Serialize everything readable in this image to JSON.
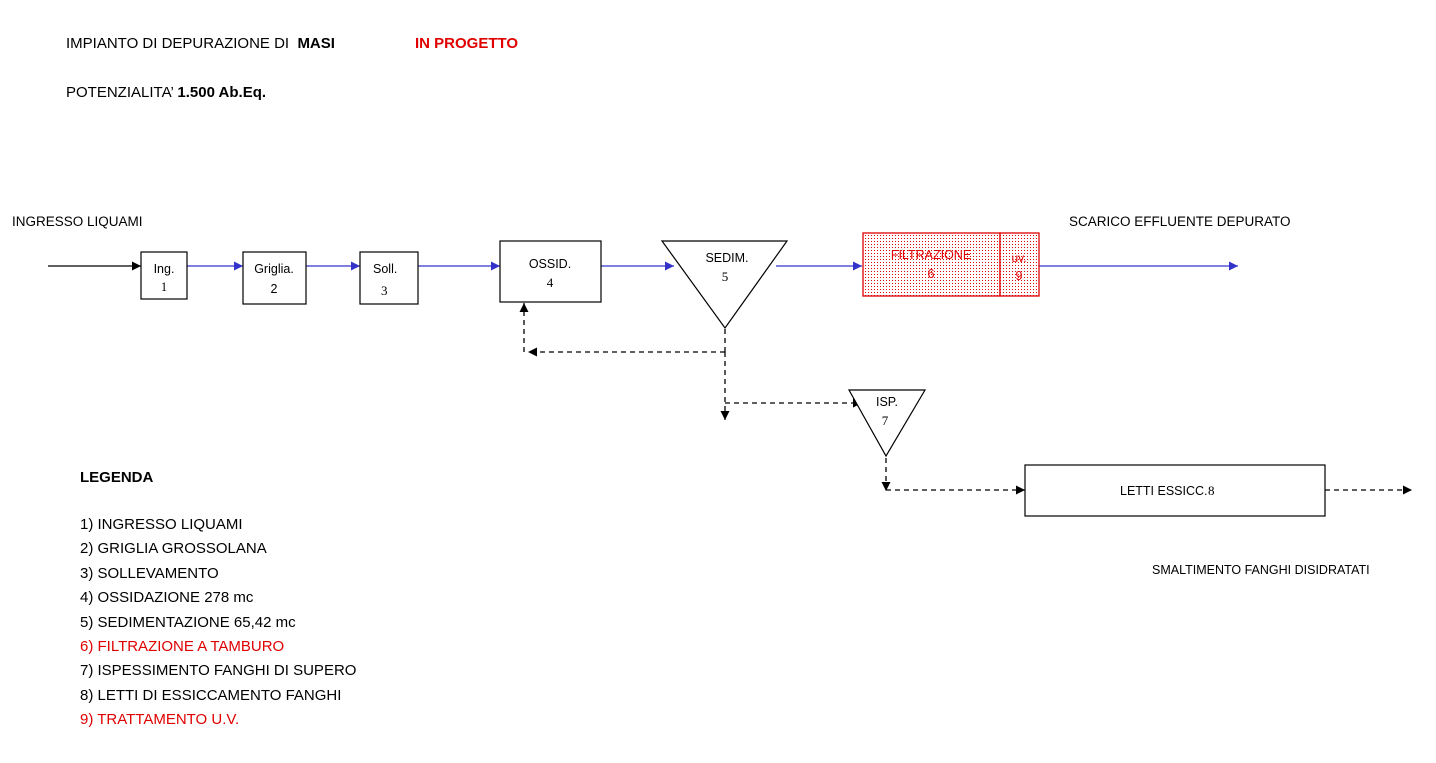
{
  "header": {
    "title_prefix": "IMPIANTO DI DEPURAZIONE DI",
    "title_name": "MASI",
    "status": "IN PROGETTO",
    "capacity_prefix": "POTENZIALITA’",
    "capacity_value": "1.500 Ab.Eq."
  },
  "labels": {
    "inlet": "INGRESSO  LIQUAMI",
    "outlet": "SCARICO EFFLUENTE DEPURATO",
    "sludge_disposal": "SMALTIMENTO FANGHI DISIDRATATI"
  },
  "units": {
    "ing": {
      "name": "Ing.",
      "num": "1"
    },
    "griglia": {
      "name": "Griglia.",
      "num": "2"
    },
    "soll": {
      "name": "Soll.",
      "num": "3"
    },
    "ossid": {
      "name": "OSSID.",
      "num": "4"
    },
    "sedim": {
      "name": "SEDIM.",
      "num": "5"
    },
    "filtrazione": {
      "name": "FILTRAZIONE",
      "num": "6"
    },
    "uv": {
      "name": "uv.",
      "num": "9"
    },
    "isp": {
      "name": "ISP.",
      "num": "7"
    },
    "letti": {
      "name": "LETTI ESSICC.",
      "num": "8"
    }
  },
  "legend": {
    "title": "LEGENDA",
    "items": [
      {
        "text": "1) INGRESSO LIQUAMI",
        "highlight": false
      },
      {
        "text": "2) GRIGLIA GROSSOLANA",
        "highlight": false
      },
      {
        "text": "3) SOLLEVAMENTO",
        "highlight": false
      },
      {
        "text": "4) OSSIDAZIONE  278 mc",
        "highlight": false
      },
      {
        "text": "5) SEDIMENTAZIONE  65,42 mc",
        "highlight": false
      },
      {
        "text": "6) FILTRAZIONE A TAMBURO",
        "highlight": true
      },
      {
        "text": "7) ISPESSIMENTO  FANGHI DI SUPERO",
        "highlight": false
      },
      {
        "text": "8) LETTI DI ESSICCAMENTO FANGHI",
        "highlight": false
      },
      {
        "text": "9) TRATTAMENTO U.V.",
        "highlight": true
      }
    ]
  },
  "colors": {
    "flow_line": "#3333cc",
    "sludge_line": "#000000",
    "project_highlight": "#e00000"
  }
}
